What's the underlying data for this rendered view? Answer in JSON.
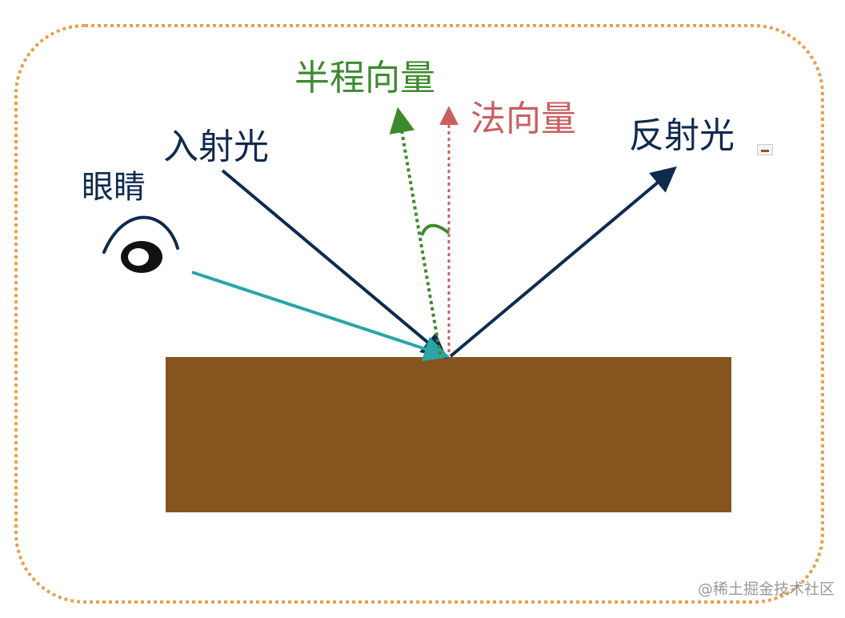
{
  "labels": {
    "half_vector": "半程向量",
    "normal_vector": "法向量",
    "incident_light": "入射光",
    "reflected_light": "反射光",
    "eye": "眼睛"
  },
  "watermark": "@稀土掘金技术社区",
  "colors": {
    "frame_border": "#e3a24d",
    "surface": "#86541f",
    "incident_arrow": "#0f2a4f",
    "reflect_arrow": "#0f2a4f",
    "view_arrow": "#2aa5a9",
    "half_vector_arrow": "#3d8a2e",
    "normal_arrow": "#c95f61",
    "eye": "#111111"
  },
  "icons": [
    "eye-icon",
    "image-placeholder-icon"
  ]
}
